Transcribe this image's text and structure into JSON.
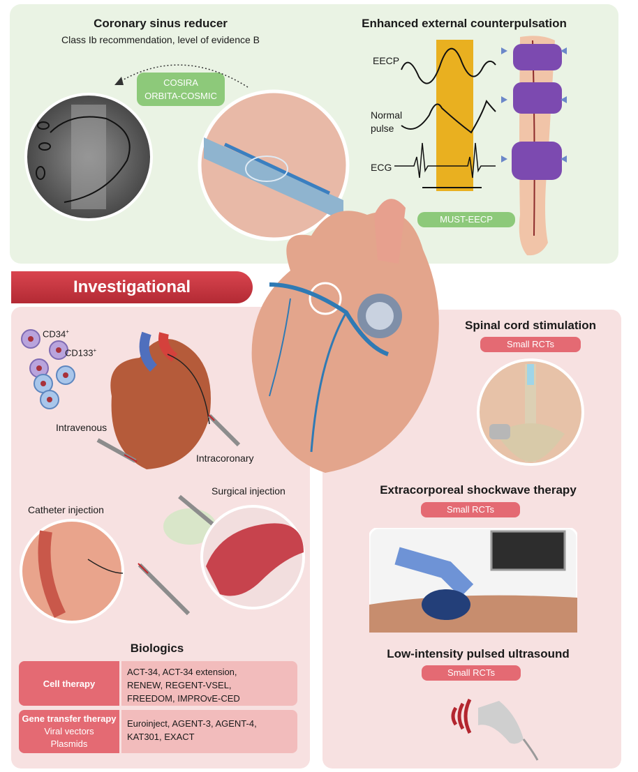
{
  "top": {
    "csr_title": "Coronary sinus reducer",
    "csr_subtitle": "Class Ib recommendation, level of evidence B",
    "csr_trials": [
      "COSIRA",
      "ORBITA-COSMIC"
    ],
    "eecp_title": "Enhanced external counterpulsation",
    "wave_labels": {
      "eecp": "EECP",
      "normal": "Normal",
      "pulse": "pulse",
      "ecg": "ECG"
    },
    "eecp_trial": "MUST-EECP"
  },
  "banner": "Investigational",
  "left": {
    "cd34": "CD34",
    "cd133": "CD133",
    "sup": "+",
    "intravenous": "Intravenous",
    "intracoronary": "Intracoronary",
    "catheter_injection": "Catheter injection",
    "surgical_injection": "Surgical injection",
    "biologics_title": "Biologics",
    "table": [
      {
        "left": [
          "Cell therapy"
        ],
        "right": [
          "ACT-34, ACT-34 extension,",
          "RENEW, REGENT-VSEL,",
          "FREEDOM, IMPROvE-CED"
        ]
      },
      {
        "left": [
          "Gene transfer therapy",
          "Viral vectors",
          "Plasmids"
        ],
        "right": [
          "Euroinject, AGENT-3, AGENT-4,",
          "KAT301, EXACT"
        ]
      }
    ]
  },
  "right": {
    "scs_title": "Spinal cord stimulation",
    "scs_badge": "Small RCTs",
    "eswt_title": "Extracorporeal shockwave therapy",
    "eswt_badge": "Small RCTs",
    "lipus_title": "Low-intensity pulsed ultrasound",
    "lipus_badge": "Small RCTs"
  },
  "colors": {
    "green": "#8dc97a",
    "red": "#e46a73",
    "banner": "#c2333d",
    "yellow": "#e9b020",
    "pink_panel": "#f7e1e1",
    "green_panel": "#eaf3e4"
  }
}
